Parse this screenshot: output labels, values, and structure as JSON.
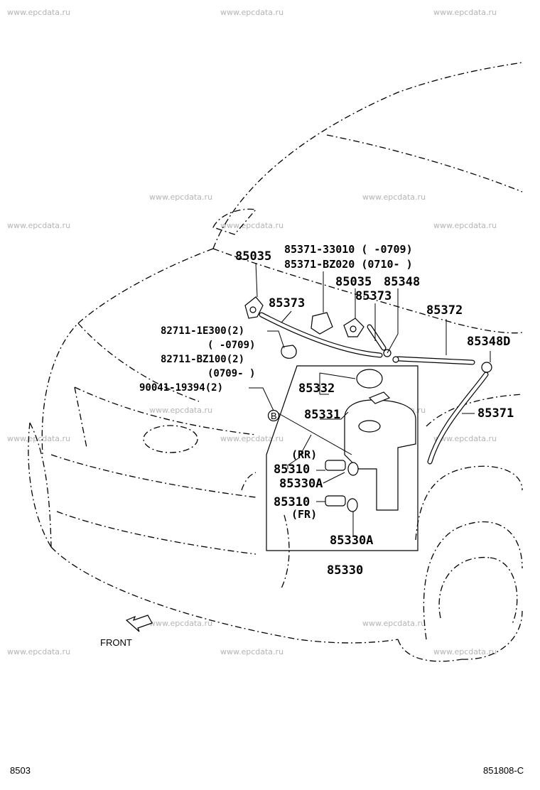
{
  "watermark": "www.epcdata.ru",
  "labels": {
    "p85035_left": "85035",
    "p85371_33010": "85371-33010 (  -0709)",
    "p85371_BZ020": "85371-BZ020 (0710-  )",
    "p85035_right": "85035",
    "p85348": "85348",
    "p85373_left": "85373",
    "p85373_right": "85373",
    "p85372": "85372",
    "p85348D": "85348D",
    "p82711_1E300": "82711-1E300(2)",
    "p82711_1E300_range": "(  -0709)",
    "p82711_BZ100": "82711-BZ100(2)",
    "p82711_BZ100_range": "(0709-  )",
    "p90041": "90041-19394(2)",
    "marker_b": "B",
    "p85332": "85332",
    "p85331": "85331",
    "p85371": "85371",
    "rr": "(RR)",
    "p85310_rr": "85310",
    "p85330A_rr": "85330A",
    "p85310_fr": "85310",
    "fr": "(FR)",
    "p85330A_fr": "85330A",
    "p85330": "85330",
    "front": "FRONT"
  },
  "footer": {
    "left": "8503",
    "right": "851808-C"
  }
}
